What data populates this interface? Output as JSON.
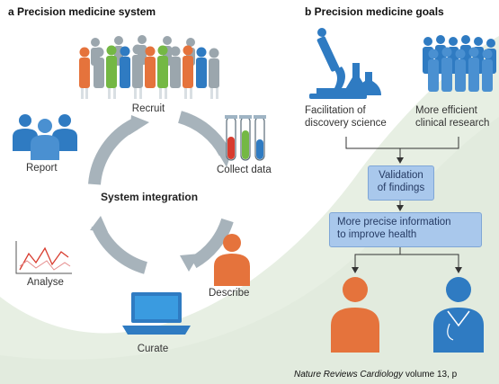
{
  "panel_a": {
    "title": "a Precision medicine system",
    "cycle_center": "System integration",
    "steps": {
      "recruit": "Recruit",
      "collect": "Collect data",
      "describe": "Describe",
      "curate": "Curate",
      "analyse": "Analyse",
      "report": "Report"
    }
  },
  "panel_b": {
    "title": "b Precision medicine goals",
    "goal_1": [
      "Facilitation of",
      "discovery science"
    ],
    "goal_2": [
      "More efficient",
      "clinical research"
    ],
    "box_1": [
      "Validation",
      "of findings"
    ],
    "box_2": [
      "More precise information",
      "to improve health"
    ]
  },
  "credit": {
    "journal": "Nature Reviews Cardiology",
    "rest": " volume 13, p"
  },
  "colors": {
    "accent_blue": "#2f7bc2",
    "orange": "#e5733c",
    "cycle_gray": "#a7b3bb",
    "box_fill": "#a9c8ec",
    "bg_green": "#e7efe3"
  }
}
